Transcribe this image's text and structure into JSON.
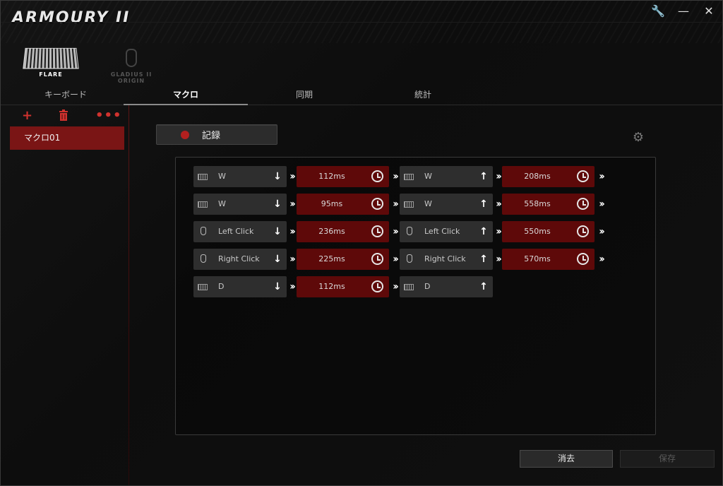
{
  "app": {
    "title": "ARMOURY II"
  },
  "title_controls": {
    "settings_icon": "wrench-icon",
    "minimize_icon": "minimize-icon",
    "close_icon": "close-icon"
  },
  "devices": [
    {
      "name": "FLARE",
      "selected": true
    },
    {
      "name_line1": "GLADIUS II",
      "name_line2": "ORIGIN",
      "selected": false
    }
  ],
  "tabs": [
    {
      "label": "キーボード",
      "active": false
    },
    {
      "label": "マクロ",
      "active": true
    },
    {
      "label": "同期",
      "active": false
    },
    {
      "label": "統計",
      "active": false
    }
  ],
  "sidebar": {
    "tools": {
      "add": "+",
      "delete_icon": "trash-icon",
      "more": "•••"
    },
    "macros": [
      {
        "label": "マクロ01",
        "selected": true
      }
    ]
  },
  "main": {
    "record_label": "記録",
    "accent_color": "#5e0909",
    "rows": [
      {
        "steps": [
          {
            "type": "key",
            "device": "keyboard",
            "name": "W",
            "dir": "down"
          },
          {
            "type": "delay",
            "value": "112ms"
          },
          {
            "type": "key",
            "device": "keyboard",
            "name": "W",
            "dir": "up"
          },
          {
            "type": "delay",
            "value": "208ms"
          }
        ]
      },
      {
        "steps": [
          {
            "type": "key",
            "device": "keyboard",
            "name": "W",
            "dir": "down"
          },
          {
            "type": "delay",
            "value": "95ms"
          },
          {
            "type": "key",
            "device": "keyboard",
            "name": "W",
            "dir": "up"
          },
          {
            "type": "delay",
            "value": "558ms"
          }
        ]
      },
      {
        "steps": [
          {
            "type": "key",
            "device": "mouse",
            "name": "Left Click",
            "dir": "down"
          },
          {
            "type": "delay",
            "value": "236ms"
          },
          {
            "type": "key",
            "device": "mouse",
            "name": "Left Click",
            "dir": "up"
          },
          {
            "type": "delay",
            "value": "550ms"
          }
        ]
      },
      {
        "steps": [
          {
            "type": "key",
            "device": "mouse",
            "name": "Right Click",
            "dir": "down"
          },
          {
            "type": "delay",
            "value": "225ms"
          },
          {
            "type": "key",
            "device": "mouse",
            "name": "Right Click",
            "dir": "up"
          },
          {
            "type": "delay",
            "value": "570ms"
          }
        ]
      },
      {
        "steps": [
          {
            "type": "key",
            "device": "keyboard",
            "name": "D",
            "dir": "down"
          },
          {
            "type": "delay",
            "value": "112ms"
          },
          {
            "type": "key",
            "device": "keyboard",
            "name": "D",
            "dir": "up"
          }
        ]
      }
    ]
  },
  "footer": {
    "clear_label": "消去",
    "save_label": "保存"
  }
}
